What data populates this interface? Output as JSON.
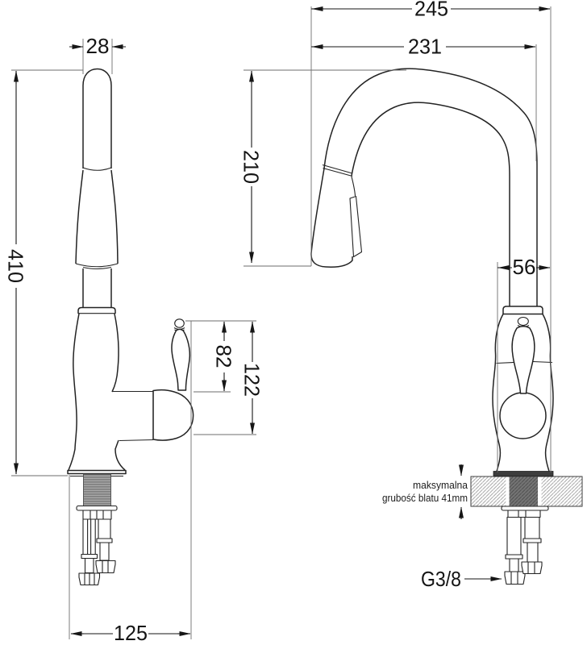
{
  "drawing": {
    "dims": {
      "spout_width": "28",
      "height_total": "410",
      "handle_height": "82",
      "outlet_height": "122",
      "base_depth": "125",
      "reach_total": "245",
      "reach_spout": "231",
      "arc_height": "210",
      "base_width": "56"
    },
    "labels": {
      "thread": "G3/8",
      "counter_note_line1": "maksymalna",
      "counter_note_line2": "grubość blatu 41mm"
    },
    "colors": {
      "line": "#232323",
      "dimension": "#161616",
      "extension": "#6e6e6e",
      "thread_fill": "#a8a8a8",
      "slab_hatch": "#9b9b9b",
      "stem_fill": "#757575",
      "base_rim": "#3d3d3d",
      "background": "#ffffff"
    }
  }
}
